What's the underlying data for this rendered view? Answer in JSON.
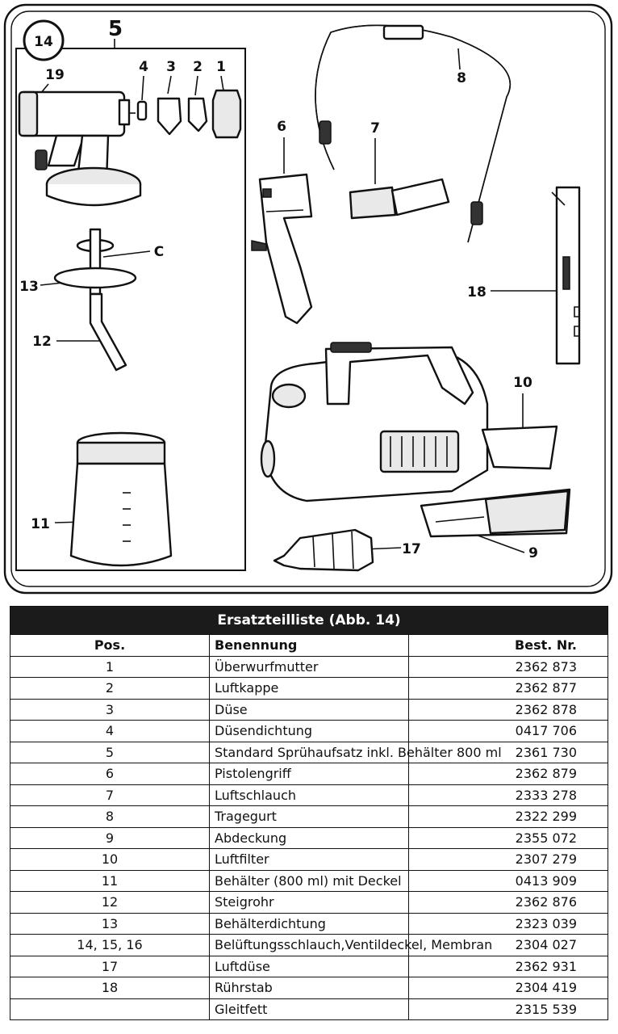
{
  "figure": {
    "figure_number": "14",
    "callouts": [
      "5",
      "19",
      "4",
      "3",
      "2",
      "1",
      "C",
      "13",
      "12",
      "11",
      "6",
      "7",
      "8",
      "18",
      "10",
      "17",
      "9"
    ]
  },
  "table": {
    "title": "Ersatzteilliste (Abb. 14)",
    "headers": {
      "pos": "Pos.",
      "name": "Benennung",
      "nr": "Best. Nr."
    },
    "rows": [
      {
        "pos": "1",
        "name": "Überwurfmutter",
        "nr": "2362 873"
      },
      {
        "pos": "2",
        "name": "Luftkappe",
        "nr": "2362 877"
      },
      {
        "pos": "3",
        "name": "Düse",
        "nr": "2362 878"
      },
      {
        "pos": "4",
        "name": "Düsendichtung",
        "nr": "0417 706"
      },
      {
        "pos": "5",
        "name": "Standard Sprühaufsatz inkl. Behälter 800 ml",
        "nr": "2361 730"
      },
      {
        "pos": "6",
        "name": "Pistolengriff",
        "nr": "2362 879"
      },
      {
        "pos": "7",
        "name": "Luftschlauch",
        "nr": "2333 278"
      },
      {
        "pos": "8",
        "name": "Tragegurt",
        "nr": "2322 299"
      },
      {
        "pos": "9",
        "name": "Abdeckung",
        "nr": "2355 072"
      },
      {
        "pos": "10",
        "name": "Luftfilter",
        "nr": "2307 279"
      },
      {
        "pos": "11",
        "name": "Behälter (800 ml) mit Deckel",
        "nr": "0413 909"
      },
      {
        "pos": "12",
        "name": "Steigrohr",
        "nr": "2362 876"
      },
      {
        "pos": "13",
        "name": "Behälterdichtung",
        "nr": "2323 039"
      },
      {
        "pos": "14, 15, 16",
        "name": "Belüftungsschlauch,Ventildeckel, Membran",
        "nr": "2304 027"
      },
      {
        "pos": "17",
        "name": "Luftdüse",
        "nr": "2362 931"
      },
      {
        "pos": "18",
        "name": "Rührstab",
        "nr": "2304 419"
      },
      {
        "pos": "",
        "name": "Gleitfett",
        "nr": "2315 539"
      }
    ]
  }
}
